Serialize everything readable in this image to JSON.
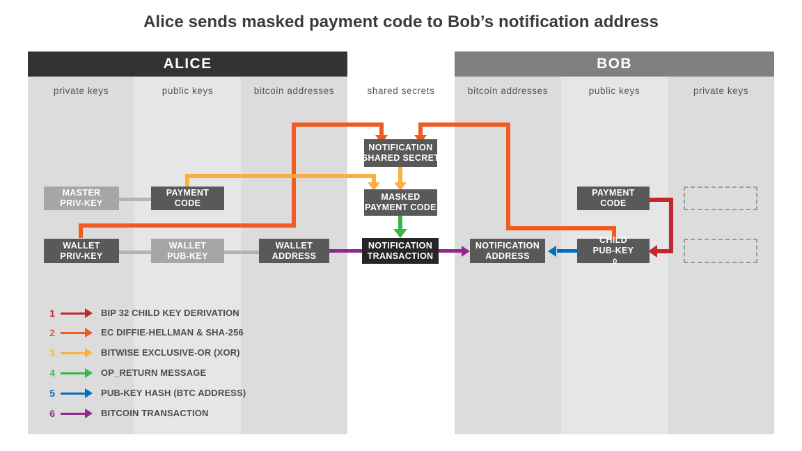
{
  "title": "Alice sends masked payment code to Bob’s notification address",
  "panels": {
    "alice": "ALICE",
    "bob": "BOB"
  },
  "columns": [
    {
      "id": "alice-private-keys",
      "label": "private keys"
    },
    {
      "id": "alice-public-keys",
      "label": "public keys"
    },
    {
      "id": "alice-bitcoin-addresses",
      "label": "bitcoin addresses"
    },
    {
      "id": "shared-secrets",
      "label": "shared secrets"
    },
    {
      "id": "bob-bitcoin-addresses",
      "label": "bitcoin addresses"
    },
    {
      "id": "bob-public-keys",
      "label": "public keys"
    },
    {
      "id": "bob-private-keys",
      "label": "private keys"
    }
  ],
  "nodes": {
    "alice_master_privkey": {
      "line1": "MASTER",
      "line2": "PRIV-KEY"
    },
    "alice_payment_code": {
      "line1": "PAYMENT",
      "line2": "CODE"
    },
    "alice_wallet_privkey": {
      "line1": "WALLET",
      "line2": "PRIV-KEY"
    },
    "alice_wallet_pubkey": {
      "line1": "WALLET",
      "line2": "PUB-KEY"
    },
    "alice_wallet_address": {
      "line1": "WALLET",
      "line2": "ADDRESS"
    },
    "notification_shared_secret": {
      "line1": "NOTIFICATION",
      "line2": "SHARED SECRET"
    },
    "masked_payment_code": {
      "line1": "MASKED",
      "line2": "PAYMENT CODE"
    },
    "notification_transaction": {
      "line1": "NOTIFICATION",
      "line2": "TRANSACTION"
    },
    "bob_notification_address": {
      "line1": "NOTIFICATION",
      "line2": "ADDRESS"
    },
    "bob_payment_code": {
      "line1": "PAYMENT",
      "line2": "CODE"
    },
    "bob_child_pubkey": {
      "line1": "CHILD",
      "line2": "PUB-KEY",
      "index": "0"
    }
  },
  "legend": [
    {
      "num": "1",
      "label": "BIP 32 CHILD KEY DERIVATION",
      "color": "#c1272d"
    },
    {
      "num": "2",
      "label": "EC DIFFIE-HELLMAN & SHA-256",
      "color": "#f15a22"
    },
    {
      "num": "3",
      "label": "BITWISE EXCLUSIVE-OR (XOR)",
      "color": "#fbb040"
    },
    {
      "num": "4",
      "label": "OP_RETURN MESSAGE",
      "color": "#39b54a"
    },
    {
      "num": "5",
      "label": "PUB-KEY HASH (BTC ADDRESS)",
      "color": "#0071bc"
    },
    {
      "num": "6",
      "label": "BITCOIN TRANSACTION",
      "color": "#92278f"
    }
  ],
  "colors": {
    "red": "#c1272d",
    "orange": "#f15a22",
    "amber": "#fbb040",
    "green": "#39b54a",
    "blue": "#0071bc",
    "purple": "#92278f",
    "band_dark": "#dcdcdc",
    "band_light": "#e6e6e6",
    "node_dark": "#595959",
    "node_light": "#a6a6a6",
    "node_black": "#262626",
    "header_alice": "#333333",
    "header_bob": "#808080"
  }
}
